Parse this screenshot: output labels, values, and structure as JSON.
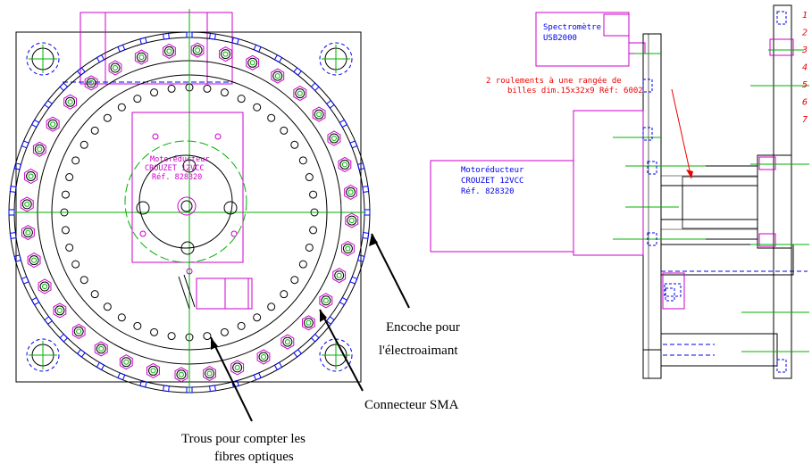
{
  "annotations": {
    "notch": [
      "Encoche pour",
      "l'électroaimant"
    ],
    "sma": "Connecteur SMA",
    "holes": [
      "Trous pour compter les",
      "fibres optiques"
    ]
  },
  "front_view": {
    "motor_label": [
      "Motoréducteur",
      "CROUZET 12VCC",
      "Réf. 828320"
    ]
  },
  "side_view": {
    "spectrometer": [
      "Spectromètre",
      "USB2000"
    ],
    "bearings_note": [
      "2 roulements à une rangée de",
      "billes dim.15x32x9 Réf: 6002"
    ],
    "motor_label": [
      "Motoréducteur",
      "CROUZET 12VCC",
      "Réf. 828320"
    ],
    "part_numbers": [
      "1",
      "2",
      "3",
      "4",
      "5",
      "6",
      "7"
    ]
  },
  "colors": {
    "outline": "#000000",
    "magenta": "#cc00cc",
    "green": "#00b000",
    "blue": "#0000ee",
    "red": "#ee0000"
  }
}
